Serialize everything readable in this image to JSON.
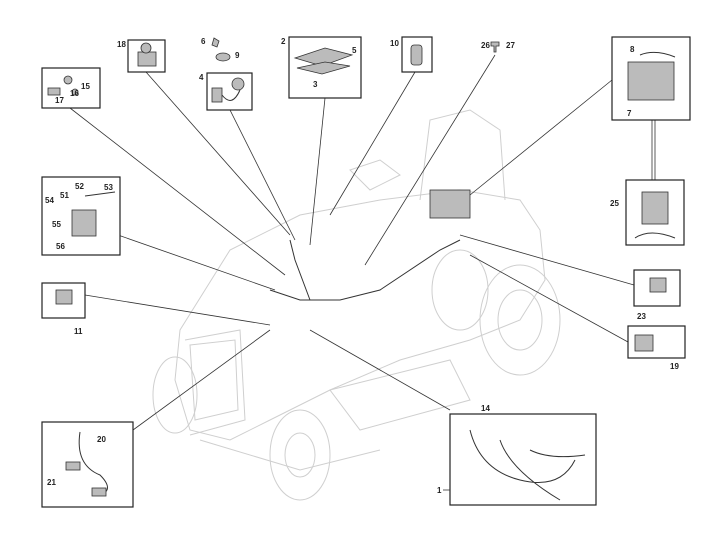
{
  "diagram": {
    "callouts": {
      "c1": "1",
      "c2": "2",
      "c3": "3",
      "c4": "4",
      "c5": "5",
      "c6": "6",
      "c7": "7",
      "c8": "8",
      "c9": "9",
      "c10": "10",
      "c11": "11",
      "c14": "14",
      "c15": "15",
      "c16": "16",
      "c17": "17",
      "c18": "18",
      "c19": "19",
      "c20": "20",
      "c21": "21",
      "c23": "23",
      "c25": "25",
      "c26": "26",
      "c27": "27",
      "c51": "51",
      "c52": "52",
      "c53": "53",
      "c54": "54",
      "c55": "55",
      "c56": "56"
    },
    "colors": {
      "line": "#222222",
      "mower_outline": "#cfcfcf",
      "part_fill": "#bbbbbb"
    }
  }
}
